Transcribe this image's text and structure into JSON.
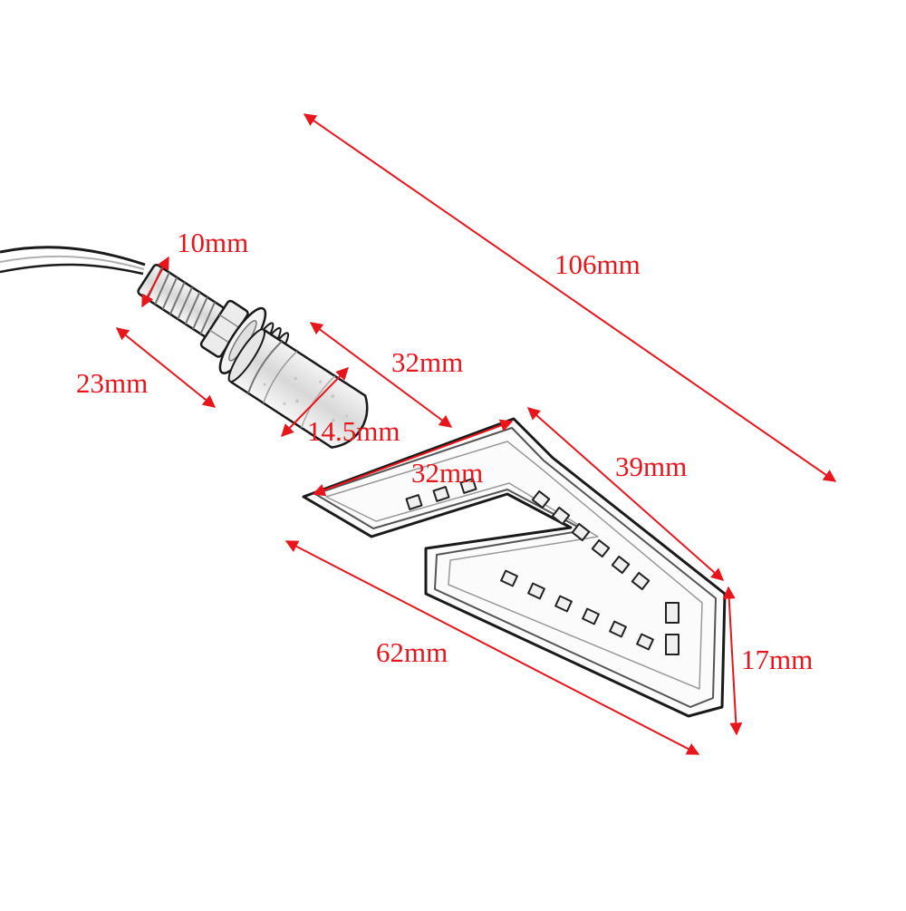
{
  "colors": {
    "dimension": "#e8151b",
    "outline": "#1a1a1a",
    "shade": "#9a9a9a",
    "background": "#ffffff"
  },
  "icons": {
    "product": "led-turn-signal-drawing",
    "dimension_arrow": "double-headed-arrow"
  },
  "dimensions": {
    "bolt_diameter": "10mm",
    "bolt_length": "23mm",
    "neck_length": "32mm",
    "neck_diameter": "14.5mm",
    "inner_chevron": "32mm",
    "total_length": "106mm",
    "arm_length": "39mm",
    "bottom_length": "62mm",
    "tip_height": "17mm"
  }
}
